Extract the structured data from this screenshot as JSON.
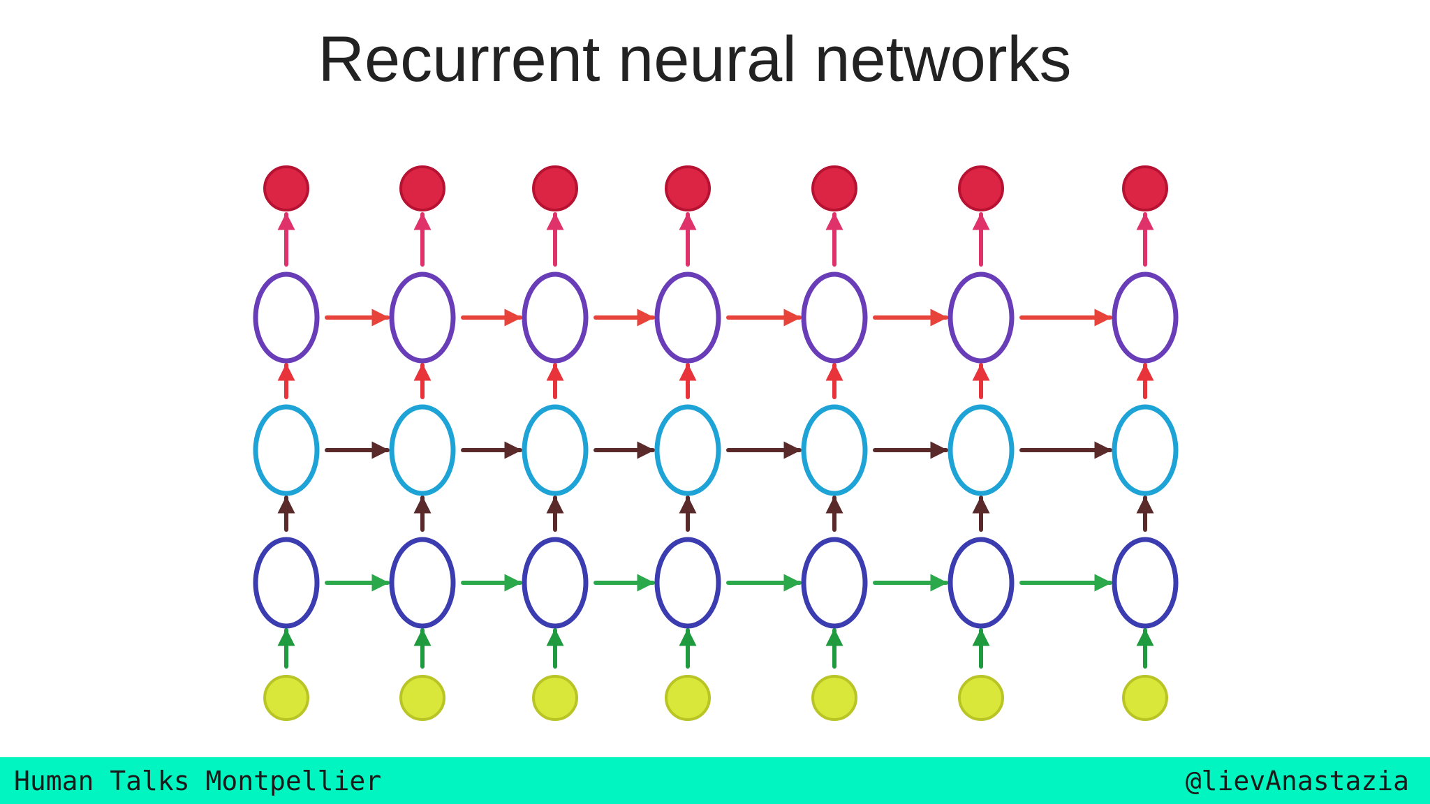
{
  "slide": {
    "title": "Recurrent neural networks"
  },
  "footer": {
    "left_text": "Human Talks Montpellier",
    "right_text": "@lievAnastazia",
    "background_color": "#00f5c0"
  },
  "diagram": {
    "timesteps": 7,
    "layers": [
      {
        "role": "output",
        "shape": "filled-dot",
        "fill": "#dc2445",
        "stroke": "#b81233"
      },
      {
        "role": "hidden-3",
        "shape": "ring",
        "stroke": "#6a3db8",
        "recurrent_arrow_color": "#e8433a",
        "arrow_to_next_layer_color": "#e0326a"
      },
      {
        "role": "hidden-2",
        "shape": "ring",
        "stroke": "#1ea3d6",
        "recurrent_arrow_color": "#5a2a2a",
        "arrow_to_next_layer_color": "#e8333a"
      },
      {
        "role": "hidden-1",
        "shape": "ring",
        "stroke": "#3a3cb0",
        "recurrent_arrow_color": "#2aa84a",
        "arrow_to_next_layer_color": "#5a2a2a"
      },
      {
        "role": "input",
        "shape": "filled-dot",
        "fill": "#d9e63a",
        "stroke": "#b9c425",
        "arrow_to_next_layer_color": "#1f9a3e"
      }
    ]
  }
}
